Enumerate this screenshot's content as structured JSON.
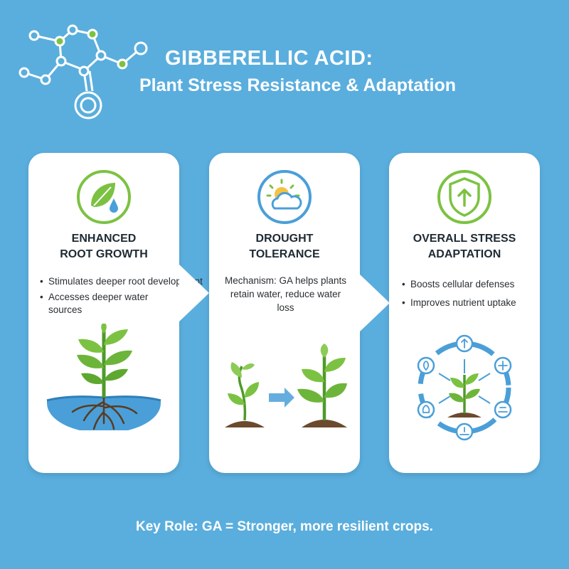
{
  "header": {
    "title": "GIBBERELLIC ACID:",
    "subtitle": "Plant Stress Resistance & Adaptation"
  },
  "cards": [
    {
      "icon": "leaf-water-drop-icon",
      "title_line1": "ENHANCED",
      "title_line2": "ROOT GROWTH",
      "bullets": [
        "Stimulates deeper root development",
        "Accesses deeper water sources"
      ],
      "illustration": "plant-with-deep-roots"
    },
    {
      "icon": "sun-cloud-icon",
      "title_line1": "DROUGHT",
      "title_line2": "TOLERANCE",
      "text": "Mechanism: GA helps plants retain water, reduce water loss",
      "illustration": "wilted-plant-to-healthy-plant"
    },
    {
      "icon": "shield-up-arrow-icon",
      "title_line1": "OVERALL STRESS",
      "title_line2": "ADAPTATION",
      "bullets": [
        "Boosts cellular defenses",
        "Improves nutrient uptake"
      ],
      "illustration": "plant-stress-cycle"
    }
  ],
  "footer": {
    "key_role": "Key Role: GA = Stronger, more resilient crops."
  },
  "colors": {
    "background": "#5aaedd",
    "accent_green": "#7cc242",
    "icon_blue": "#4a9fd8",
    "soil": "#6b4a2e"
  }
}
